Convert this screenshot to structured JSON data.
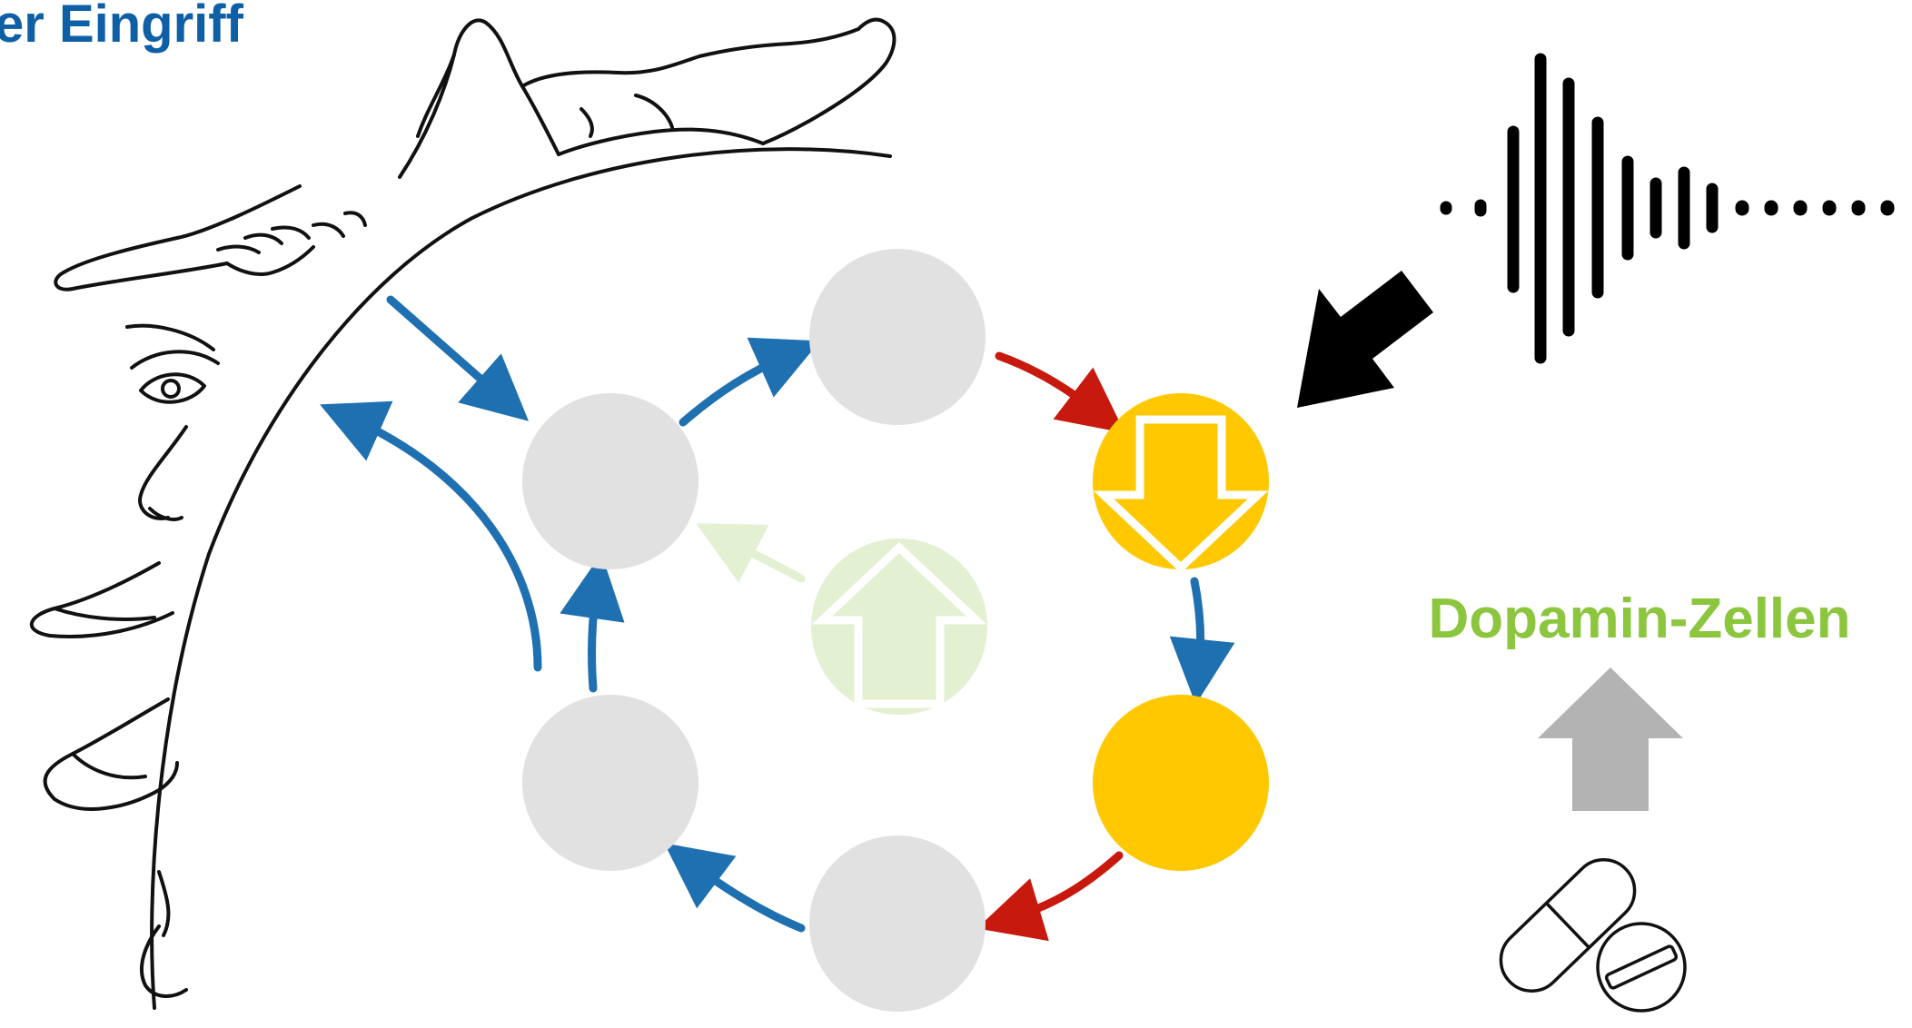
{
  "title": {
    "text": "er Eingriff",
    "color": "#0e5fa6"
  },
  "dopamine_label": {
    "text": "Dopamin-Zellen",
    "color": "#8cc63f"
  },
  "colors": {
    "node_gray": "#e1e1e1",
    "node_yellow": "#ffc800",
    "node_faded_green": "#e3f0d2",
    "arrow_blue": "#1f70b0",
    "arrow_red": "#c8190f",
    "arrow_faded_green": "#e3f0d2",
    "arrow_gray": "#b3b3b3",
    "arrow_black": "#000000",
    "line_art": "#111111"
  },
  "icons": {
    "illustration": "face-and-reclining-figure-sketch-icon",
    "sound": "sound-wave-icon",
    "pills": "pills-icon",
    "stimulus_arrow": "stimulus-arrow-icon",
    "increase_arrow": "increase-arrow-icon",
    "down_arrow": "decrease-arrow-icon",
    "up_arrow": "increase-arrow-icon"
  },
  "nodes": [
    {
      "id": "top",
      "state": "neutral"
    },
    {
      "id": "upper-left",
      "state": "neutral"
    },
    {
      "id": "upper-right",
      "state": "decreased"
    },
    {
      "id": "center",
      "state": "faded-increased"
    },
    {
      "id": "lower-left",
      "state": "neutral"
    },
    {
      "id": "lower-right",
      "state": "active"
    },
    {
      "id": "bottom",
      "state": "neutral"
    }
  ]
}
